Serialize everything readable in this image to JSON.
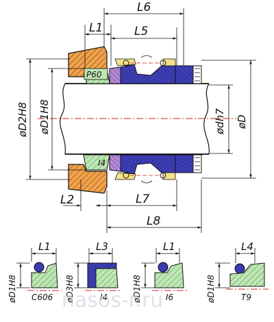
{
  "dimensions": {
    "L6": "L6",
    "L1": "L1",
    "L5": "L5",
    "L2": "L2",
    "L7": "L7",
    "L8": "L8",
    "D2H8": "øD2H8",
    "D1H8": "øD1H8",
    "dh7": "ødh7",
    "D": "øD"
  },
  "part_labels": {
    "p60": "P60",
    "i4": "I4"
  },
  "variants": [
    {
      "dimension": "L1",
      "diameter": "øD1H8",
      "caption": "С606"
    },
    {
      "dimension": "L3",
      "diameter": "øD3H8",
      "caption": "I4"
    },
    {
      "dimension": "L1",
      "diameter": "øD1H8",
      "caption": "I6"
    },
    {
      "dimension": "L4",
      "diameter": "øD1H8",
      "caption": "T9"
    }
  ],
  "watermark": "nasos-r.ru",
  "colors": {
    "seat_orange": "#f2a24a",
    "seal_green": "#bfe7b4",
    "seal_blue": "#3f3fbf",
    "face_purple": "#b48ad6",
    "spring_yellow": "#f2e28a",
    "axis_red": "#d02020"
  }
}
